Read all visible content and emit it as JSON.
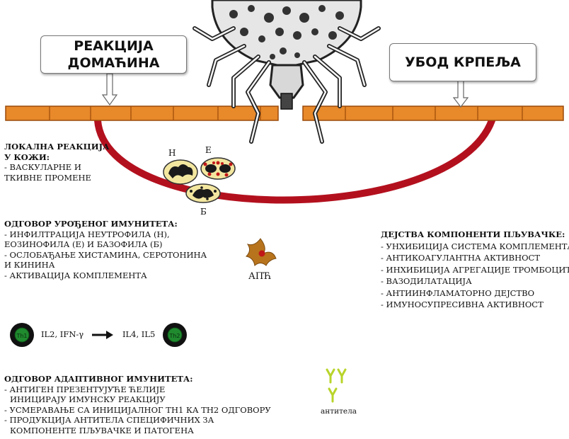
{
  "host_box": {
    "line1": "РЕАКЦИЈА",
    "line2": "ДОМАЋИНА"
  },
  "tick_box": {
    "label": "УБОД КРПЕЉА"
  },
  "local_reaction": {
    "heading1": "ЛОКАЛНА РЕАКЦИЈА",
    "heading2": "У КОЖИ:",
    "line1": "- ВАСКУЛАРНЕ И",
    "line2": "ТКИВНЕ ПРОМЕНЕ"
  },
  "cell_labels": {
    "neutrophil": "Н",
    "eosinophil": "Е",
    "basophil": "Б"
  },
  "innate": {
    "heading": "ОДГОВОР УРОЂЕНОГ ИМУНИТЕТА:",
    "lines": [
      "- ИНФИЛТРАЦИЈА НЕУТРОФИЛА (Н),",
      "ЕОЗИНОФИЛА (Е) И БАЗОФИЛА (Б)",
      "- ОСЛОБАЂАЊЕ ХИСТАМИНА, СЕРОТОНИНА",
      "И КИНИНА",
      "- АКТИВАЦИЈА КОМПЛЕМЕНТА"
    ]
  },
  "apc_label": "АПЋ",
  "saliva": {
    "heading": "ДЕЈСТВА КОМПОНЕНТИ ПЉУВАЧКЕ:",
    "lines": [
      "- УНХИБИЦИЈА СИСТЕМА КОМПЛЕМЕНТА",
      "- АНТИКОАГУЛАНТНА АКТИВНОСТ",
      "- ИНХИБИЦИЈА АГРЕГАЦИЈЕ ТРОМБОЦИТА",
      "- ВАЗОДИЛАТАЦИЈА",
      "- АНТИИНФЛАМАТОРНО ДЕЈСТВО",
      "- ИМУНОСУПРЕСИВНА АКТИВНОСТ"
    ]
  },
  "th_shift": {
    "th1_label": "Th1",
    "cytokines_th1": "IL2, IFN-γ",
    "cytokines_th2": "IL4, IL5",
    "th2_label": "Th2"
  },
  "adaptive": {
    "heading": "ОДГОВОР АДАПТИВНОГ ИМУНИТЕТА:",
    "lines": [
      "- АНТИГЕН ПРЕЗЕНТУЈУЋЕ ЋЕЛИЈЕ",
      "ИНИЦИРАЈУ ИМУНСКУ РЕАКЦИЈУ",
      "- УСМЕРАВАЊЕ СА ИНИЦИЈАЛНОГ ТН1 КА ТН2 ОДГОВОРУ",
      "- ПРОДУКЦИЈА АНТИТЕЛА СПЕЦИФИЧНИХ ЗА",
      "КОМПОНЕНТЕ ПЉУВАЧКЕ И ПАТОГЕНА"
    ]
  },
  "antibody_label": "антитела",
  "colors": {
    "skin_fill": "#e8892a",
    "skin_border": "#9a4a0a",
    "blood_vessel": "#b3101e",
    "cell_cytoplasm": "#f3e7a0",
    "cell_nucleus": "#1a1a1a",
    "eosin_granule": "#c01818",
    "apc_body": "#b8741c",
    "th_cell_core": "#1f8a2e",
    "antibody": "#b8d42a"
  }
}
